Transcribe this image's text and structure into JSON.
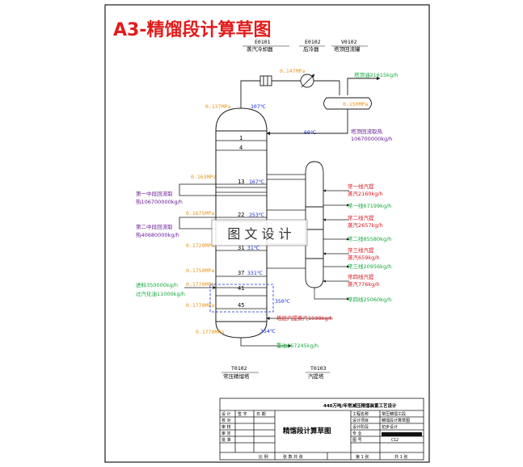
{
  "title": "A3-精馏段计算草图",
  "equipment": {
    "e0101": {
      "tag": "E0101",
      "name": "蒸汽冷却器"
    },
    "e0102": {
      "tag": "E0102",
      "name": "后冷器"
    },
    "v0102": {
      "tag": "V0102",
      "name": "塔顶回流罐"
    },
    "t0102": {
      "tag": "T0102",
      "name": "常压精馏塔"
    },
    "t0103": {
      "tag": "T0103",
      "name": "汽提塔"
    }
  },
  "pressures": {
    "condenser": "0.147MPa",
    "drum": "0.150MPa",
    "top": "0.137MPa",
    "tray13": "0.163MPa",
    "tray22": "0.1675MPa",
    "tray31": "0.1720MPa",
    "tray37": "0.1750MPa",
    "tray41": "0.1770MPa",
    "tray45": "0.1770MPa",
    "bottom": "0.1770MPa"
  },
  "temperatures": {
    "top": "107℃",
    "reflux": "60℃",
    "tray13": "167℃",
    "tray22": "253℃",
    "tray31": "31℃",
    "tray37": "331℃",
    "feed": "350℃",
    "bottom": "354℃"
  },
  "trays": [
    "1",
    "4",
    "13",
    "22",
    "31",
    "37",
    "41",
    "45"
  ],
  "streams": {
    "top_product": "塔顶油21615kg/h",
    "reflux_heat": "塔顶回流取热",
    "reflux_heat_value": "106700000kg/h",
    "pump1_heat": "第一中段回流取",
    "pump1_heat_value": "热106700000kg/h",
    "pump2_heat": "第二中段回流取",
    "pump2_heat_value": "热40680000kg/h",
    "side1_steam": "常一线汽提",
    "side1_steam_value": "蒸汽2160kg/h",
    "side1_product": "常一线67199kg/h",
    "side2_steam": "常二线汽提",
    "side2_steam_value": "蒸汽2657kg/h",
    "side2_product": "常二线85580kg/h",
    "side3_steam": "常三线汽提",
    "side3_steam_value": "蒸汽659kg/h",
    "side3_product": "常三线20956kg/h",
    "side4_steam": "常四线汽提",
    "side4_steam_value": "蒸汽776kg/h",
    "side4_product": "常四线25060kg/h",
    "feed_oil": "进料350000kg/h",
    "overflash": "过汽化油11000kg/h",
    "bottom_steam": "塔底汽提蒸汽1038kg/h",
    "residue": "重油267245kg/h"
  },
  "watermark": "图 文 设 计",
  "title_block": {
    "project": "440万吨/年常减压精馏装置工艺设计",
    "drawing_name": "精馏段计算草图",
    "rows_left": [
      "设 计",
      "校 对",
      "审 核",
      "审 定",
      "批 准"
    ],
    "hdr_left": [
      "签 字",
      "日 期"
    ],
    "rows_right": [
      [
        "工程名称",
        "常压精馏工段"
      ],
      [
        "设计项目",
        "精馏段计算草图"
      ],
      [
        "设计阶段",
        "初步设计"
      ],
      [
        "专 业",
        ""
      ],
      [
        "图 号",
        "C12"
      ]
    ],
    "bottom_left": "比 例",
    "bottom_mid": "张 数 共 张",
    "bottom_r1": "第 1 张",
    "bottom_r2": "共 1 张"
  },
  "colors": {
    "title": "#e21b1b",
    "pressure": "#e8961e",
    "temperature": "#1a2fd6",
    "stream_green": "#13a83b",
    "stream_red": "#d4161c",
    "stream_purple": "#6a1b9a",
    "line": "#1a1a1a"
  }
}
